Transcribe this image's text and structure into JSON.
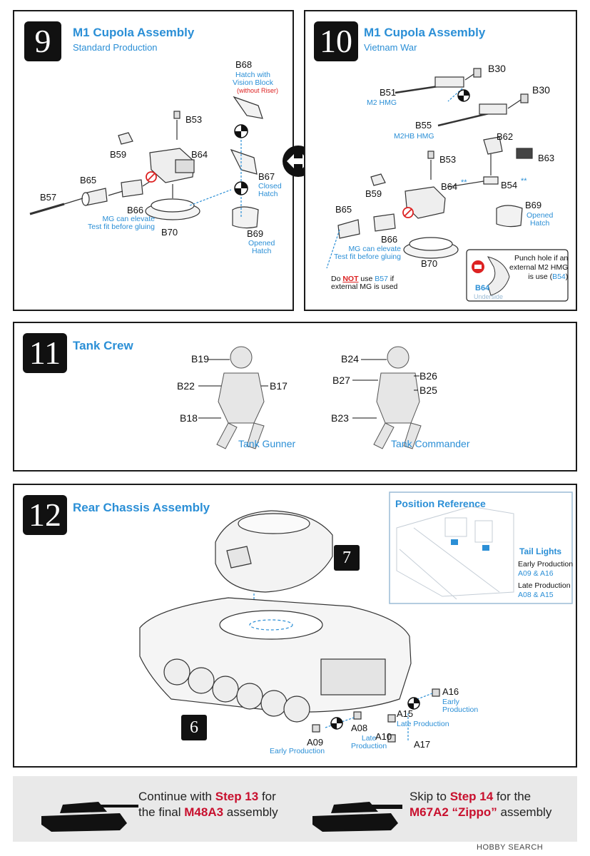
{
  "step9": {
    "number": "9",
    "title": "M1 Cupola Assembly",
    "subtitle": "Standard Production",
    "labels": {
      "b68": "B68",
      "b68_desc": "Hatch with\nVision Block",
      "b68_note": "(without Riser)",
      "b53": "B53",
      "b59": "B59",
      "b64": "B64",
      "b65": "B65",
      "b57": "B57",
      "b66": "B66",
      "mg_note": "MG can elevate\nTest fit before gluing",
      "b70": "B70",
      "b67": "B67",
      "b67_desc": "Closed\nHatch",
      "b69": "B69",
      "b69_desc": "Opened\nHatch"
    }
  },
  "step10": {
    "number": "10",
    "title": "M1 Cupola Assembly",
    "subtitle": "Vietnam War",
    "labels": {
      "b30a": "B30",
      "b30b": "B30",
      "b51": "B51",
      "b51_desc": "M2 HMG",
      "b55": "B55",
      "b55_desc": "M2HB HMG",
      "b62": "B62",
      "b63": "B63",
      "b53": "B53",
      "b59": "B59",
      "b64": "B64",
      "b54": "B54",
      "stars": "**",
      "b65": "B65",
      "b66": "B66",
      "mg_note": "MG can elevate\nTest fit before gluing",
      "b69": "B69",
      "b69_desc": "Opened\nHatch",
      "b70": "B70",
      "warn_pre": "Do ",
      "warn_not": "NOT",
      "warn_mid": " use ",
      "warn_part": "B57",
      "warn_post": " if",
      "warn_line2": "external MG is used",
      "inset_line1": "Punch hole if an",
      "inset_line2": "external M2 HMG",
      "inset_line3_pre": "is use (",
      "inset_line3_part": "B54",
      "inset_line3_post": ")",
      "inset_part": "B64",
      "inset_part_desc": "Underside"
    }
  },
  "step11": {
    "number": "11",
    "title": "Tank Crew",
    "gunner": {
      "caption": "Tank Gunner",
      "parts": [
        "B19",
        "B22",
        "B17",
        "B18"
      ]
    },
    "commander": {
      "caption": "Tank Commander",
      "parts": [
        "B24",
        "B27",
        "B26",
        "B25",
        "B23"
      ]
    }
  },
  "step12": {
    "number": "12",
    "title": "Rear Chassis Assembly",
    "ref_title": "Position Reference",
    "tail_title": "Tail Lights",
    "early_label": "Early Production",
    "early_parts": "A09 & A16",
    "late_label": "Late Production",
    "late_parts": "A08 & A15",
    "sub7": "7",
    "sub6": "6",
    "labels": {
      "a16": "A16",
      "a16_desc": "Early\nProduction",
      "a15": "A15",
      "a15_desc": "Late Production",
      "a08": "A08",
      "a08_desc": "Late\nProduction",
      "a10": "A10",
      "a17": "A17",
      "a09": "A09",
      "a09_desc": "Early Production"
    }
  },
  "footer": {
    "left": {
      "pre": "Continue with ",
      "step": "Step 13",
      "mid": " for",
      "line2_pre": "the final ",
      "model": "M48A3",
      "line2_post": " assembly"
    },
    "right": {
      "pre": "Skip to ",
      "step": "Step 14",
      "mid": " for the",
      "model": "M67A2 “Zippo”",
      "line2_post": " assembly"
    }
  },
  "watermark": "HOBBY SEARCH",
  "colors": {
    "accent_blue": "#2b8fd6",
    "accent_red": "#c8102e",
    "panel_border": "#1a1a1a"
  }
}
